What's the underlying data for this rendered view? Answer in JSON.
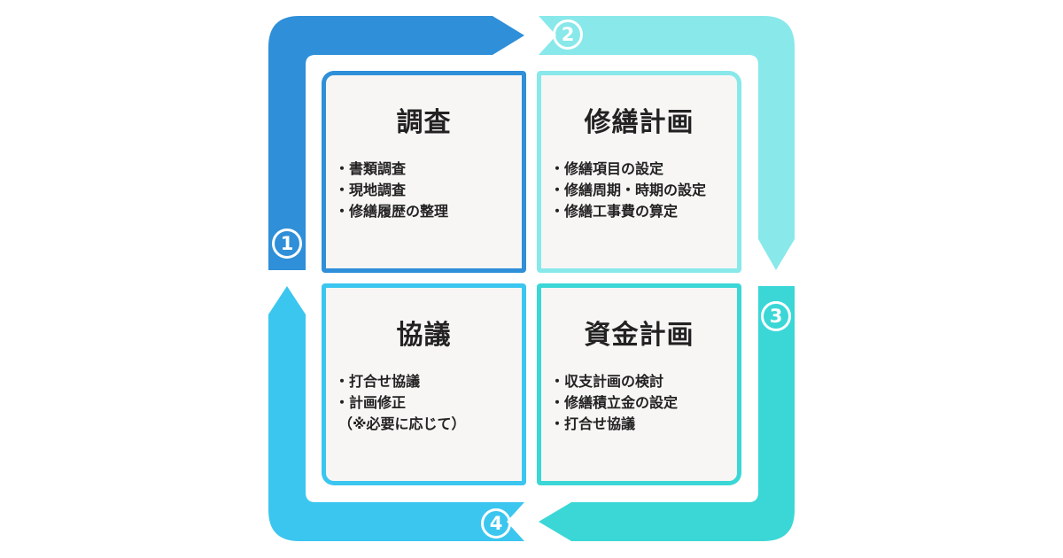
{
  "colors": {
    "step1": "#2f8fd8",
    "step2": "#88e8ea",
    "step3": "#3ad7d6",
    "step4": "#3bc6ef"
  },
  "steps": [
    {
      "number": "1",
      "title": "調査",
      "items": [
        "書類調査",
        "現地調査",
        "修繕履歴の整理"
      ]
    },
    {
      "number": "2",
      "title": "修繕計画",
      "items": [
        "修繕項目の設定",
        "修繕周期・時期の設定",
        "修繕工事費の算定"
      ]
    },
    {
      "number": "3",
      "title": "資金計画",
      "items": [
        "収支計画の検討",
        "修繕積立金の設定",
        "打合せ協議"
      ]
    },
    {
      "number": "4",
      "title": "協議",
      "items": [
        "打合せ協議",
        "計画修正"
      ],
      "note": "（※必要に応じて）"
    }
  ]
}
